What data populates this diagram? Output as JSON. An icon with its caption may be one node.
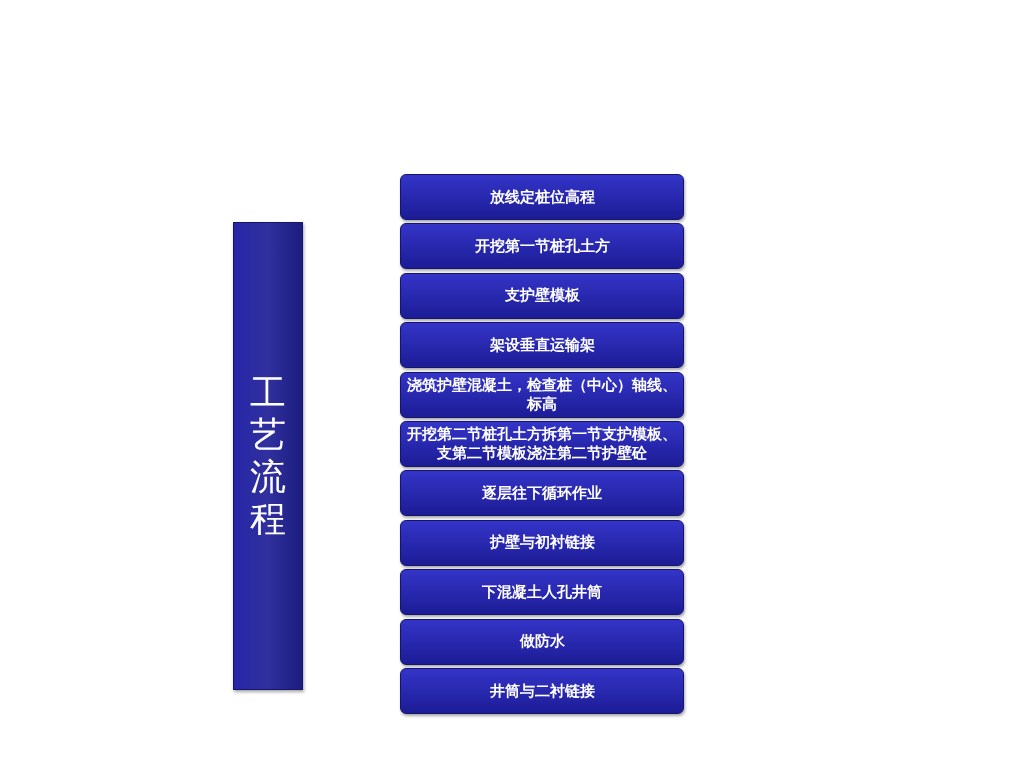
{
  "diagram": {
    "nodes": [
      {
        "text": [
          "工艺流程"
        ]
      },
      {
        "text": [
          "放线定桩位高程"
        ]
      },
      {
        "text": [
          "开挖第一节桩孔土方"
        ]
      },
      {
        "text": [
          "支护壁模板"
        ]
      },
      {
        "text": [
          "架设垂直运输架"
        ]
      },
      {
        "text": [
          "浇筑护壁混凝土，检查桩（中心）轴线、标高"
        ]
      },
      {
        "text": [
          "开挖第二节桩孔土方拆第一节支护模板、支第二节模板浇注第二节护壁砼"
        ]
      },
      {
        "text": [
          "逐层往下循环作业"
        ]
      },
      {
        "text": [
          "护壁与初衬链接"
        ]
      },
      {
        "text": [
          "下混凝土人孔井筒"
        ]
      },
      {
        "text": [
          "做防水"
        ]
      },
      {
        "text": [
          "井筒与二衬链接"
        ]
      }
    ],
    "edges": []
  }
}
